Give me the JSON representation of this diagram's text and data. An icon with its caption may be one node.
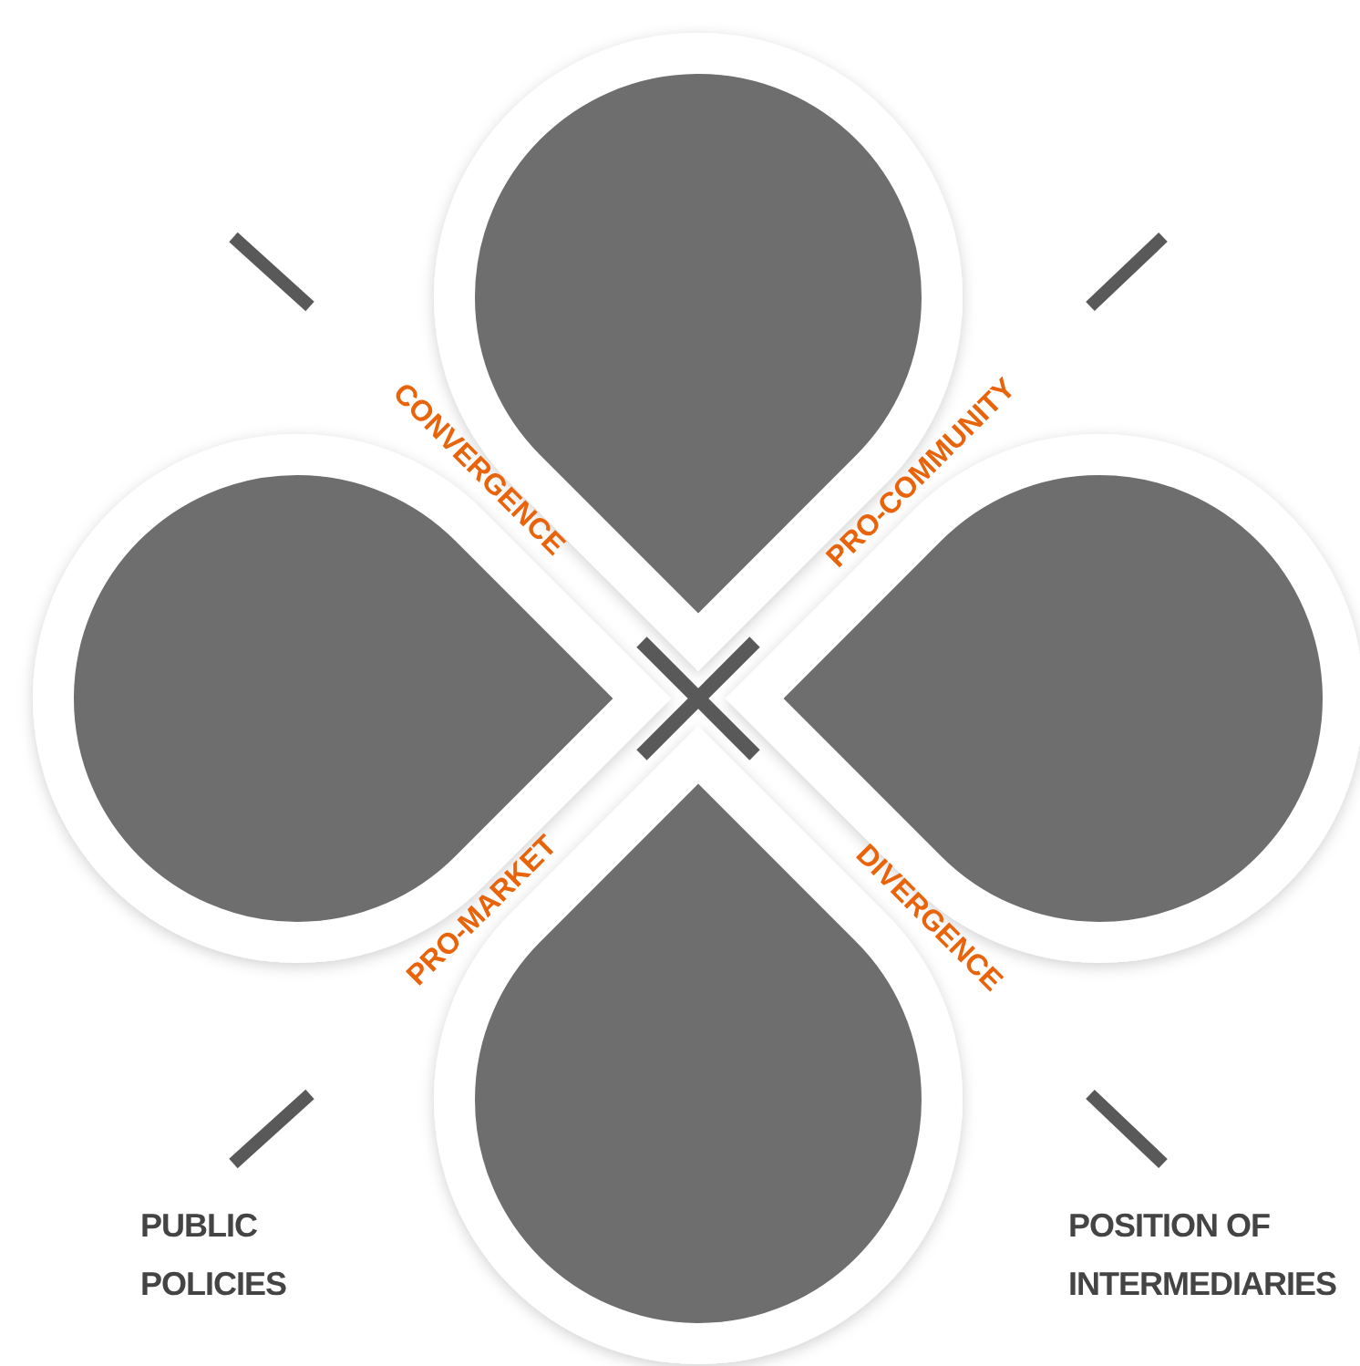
{
  "diagram": {
    "labels": [
      "CONVERGENCE",
      "PRO-COMMUNITY",
      "PRO-MARKET",
      "DIVERGENCE",
      "PUBLIC POLICIES",
      "POSITION OF INTERMEDIARIES"
    ]
  }
}
